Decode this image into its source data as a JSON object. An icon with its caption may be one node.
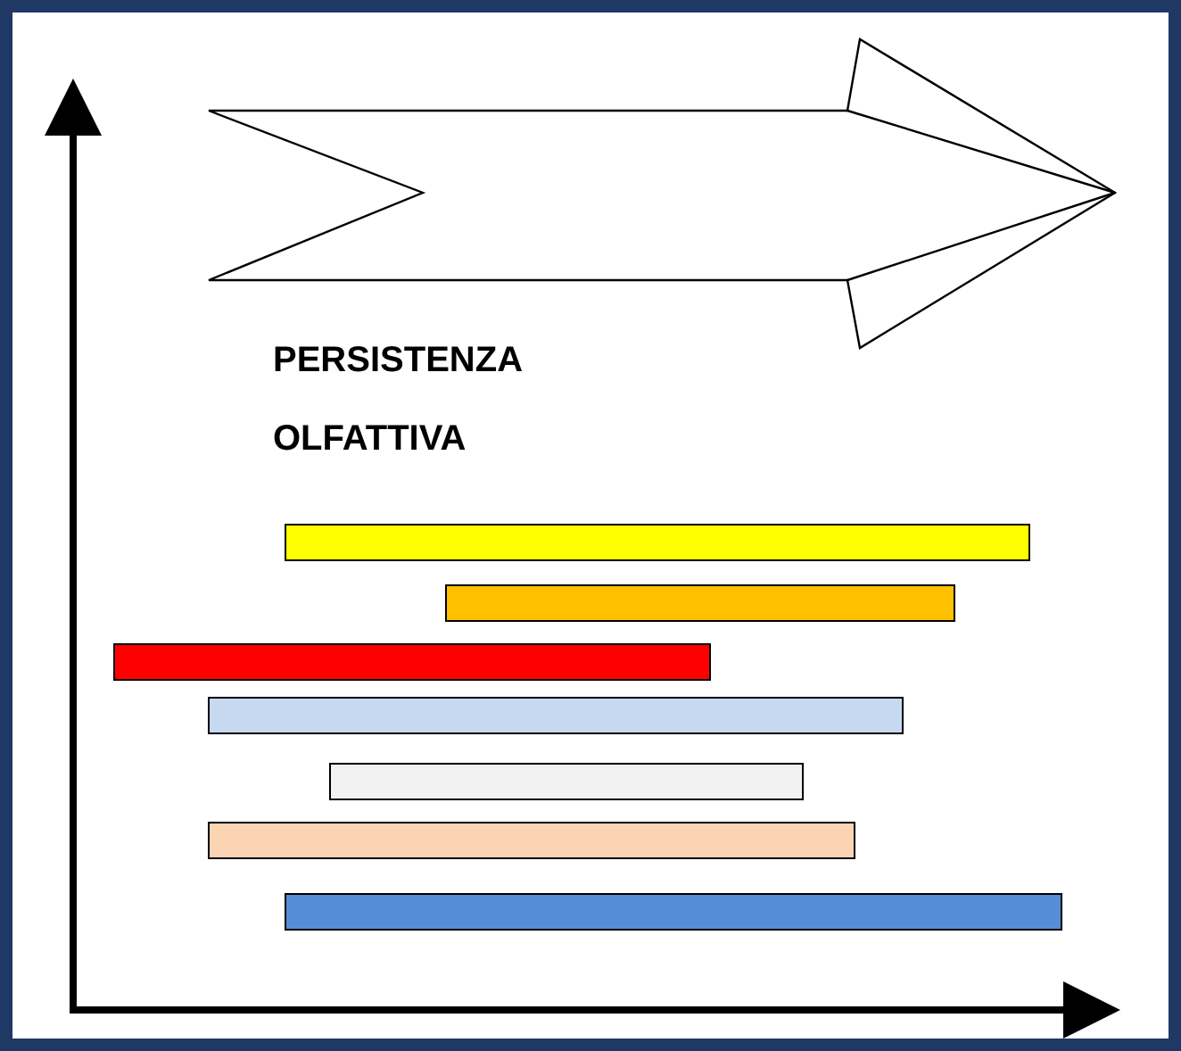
{
  "diagram": {
    "nodes": [
      {
        "text": [],
        "shape": "bar"
      },
      {
        "text": [],
        "shape": "bar"
      },
      {
        "text": [],
        "shape": "bar"
      },
      {
        "text": [],
        "shape": "bar"
      },
      {
        "text": [],
        "shape": "bar"
      },
      {
        "text": [],
        "shape": "bar"
      },
      {
        "text": [],
        "shape": "bar"
      }
    ],
    "labels": [
      "PERSISTENZA OLFATTIVA"
    ]
  }
}
